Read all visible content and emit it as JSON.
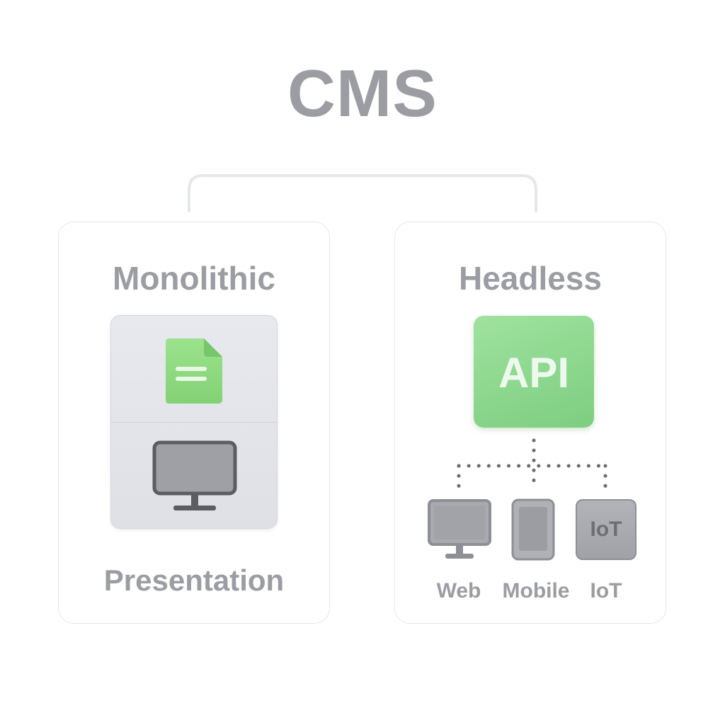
{
  "title": "CMS",
  "monolithic": {
    "title": "Monolithic",
    "caption": "Presentation",
    "icons": [
      "document-icon",
      "monitor-icon"
    ],
    "accent_color": "#8ed57e"
  },
  "headless": {
    "title": "Headless",
    "api_label": "API",
    "accent_color": "#8fda8f",
    "devices": [
      {
        "label": "Web",
        "icon": "desktop-monitor-icon"
      },
      {
        "label": "Mobile",
        "icon": "mobile-phone-icon"
      },
      {
        "label": "IoT",
        "icon": "iot-device-icon",
        "badge": "IoT"
      }
    ]
  },
  "colors": {
    "text": "#9c9da3",
    "card_border": "#e6e7ea",
    "device_gray": "#a6a7ad",
    "device_dark": "#5c5d63"
  }
}
